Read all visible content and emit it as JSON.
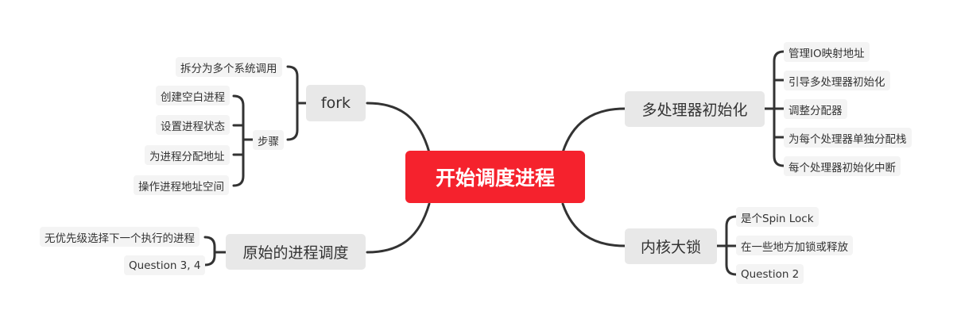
{
  "center": "开始调度进程",
  "branches": {
    "fork": {
      "label": "fork",
      "children": [
        "拆分为多个系统调用",
        "步骤"
      ],
      "steps": {
        "label": "步骤",
        "children": [
          "创建空白进程",
          "设置进程状态",
          "为进程分配地址",
          "操作进程地址空间"
        ]
      }
    },
    "sched": {
      "label": "原始的进程调度",
      "children": [
        "无优先级选择下一个执行的进程",
        "Question 3, 4"
      ]
    },
    "mp": {
      "label": "多处理器初始化",
      "children": [
        "管理IO映射地址",
        "引导多处理器初始化",
        "调整分配器",
        "为每个处理器单独分配栈",
        "每个处理器初始化中断"
      ]
    },
    "klock": {
      "label": "内核大锁",
      "children": [
        "是个Spin Lock",
        "在一些地方加锁或释放",
        "Question 2"
      ]
    }
  },
  "colors": {
    "center_fill": "#f5222d",
    "branch_fill": "#e8e8e8",
    "leaf_fill": "#f4f4f4",
    "line": "#333333",
    "text": "#333333"
  }
}
